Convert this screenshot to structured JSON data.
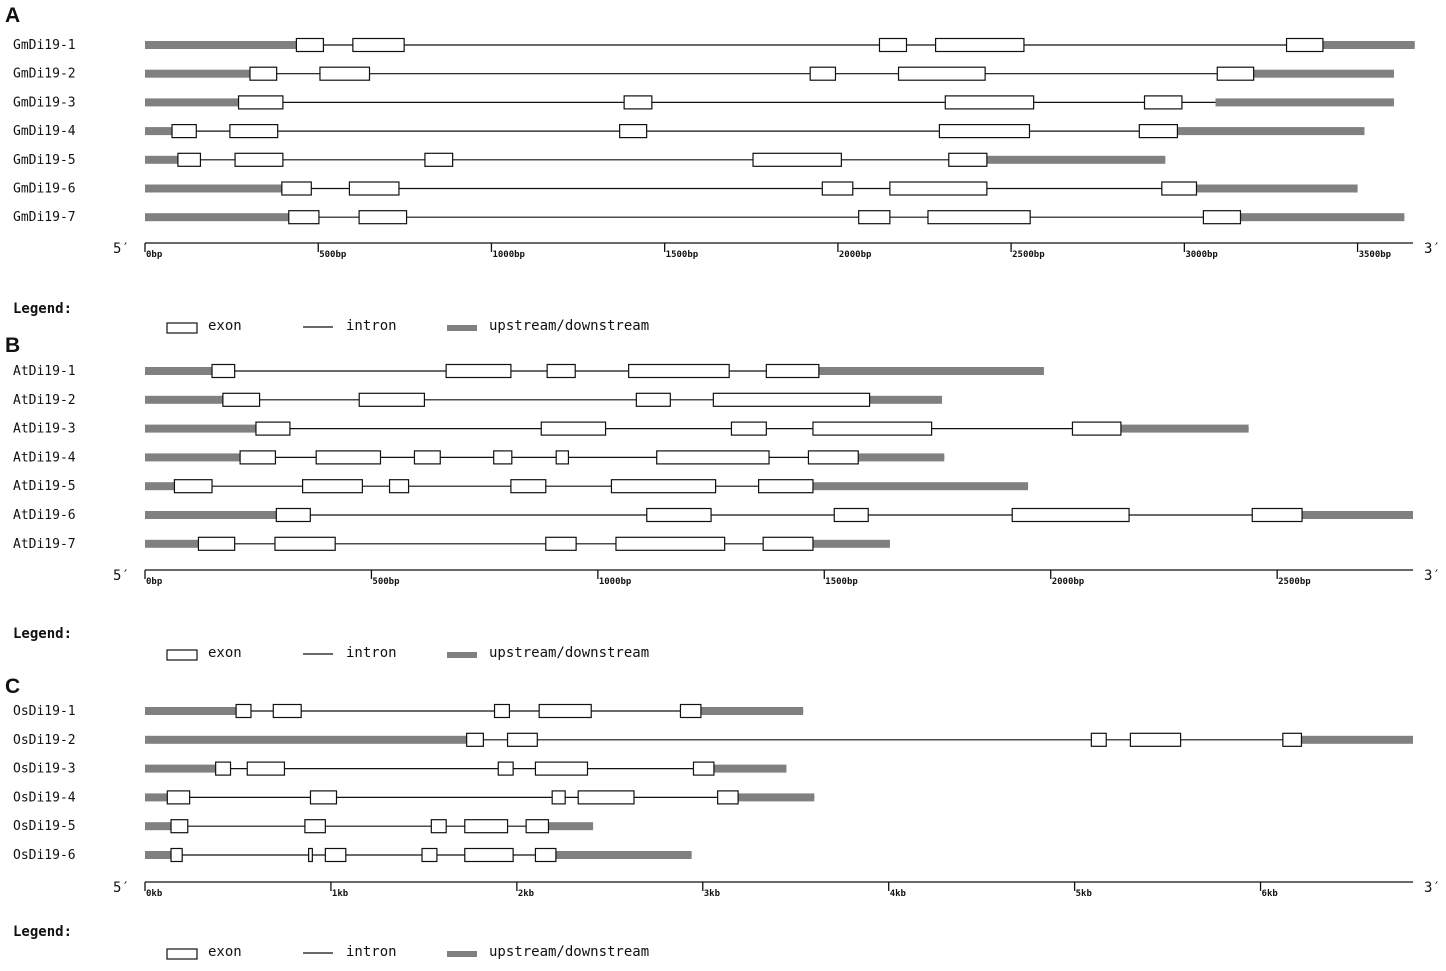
{
  "colors": {
    "exon_fill": "#ffffff",
    "exon_stroke": "#111111",
    "intron": "#111111",
    "utr": "#808080",
    "axis": "#111111",
    "text": "#111111"
  },
  "chart_data": [
    {
      "type": "gene-structure",
      "panel": "A",
      "unit": "bp",
      "scale_max": 3660,
      "end_labels": {
        "left": "5′",
        "right": "3′"
      },
      "ticks": [
        {
          "value": 0,
          "label": "0bp"
        },
        {
          "value": 500,
          "label": "500bp"
        },
        {
          "value": 1000,
          "label": "1000bp"
        },
        {
          "value": 1500,
          "label": "1500bp"
        },
        {
          "value": 2000,
          "label": "2000bp"
        },
        {
          "value": 2500,
          "label": "2500bp"
        },
        {
          "value": 3000,
          "label": "3000bp"
        },
        {
          "value": 3500,
          "label": "3500bp"
        }
      ],
      "legend": {
        "title": "Legend:",
        "exon": "exon",
        "intron": "intron",
        "updown": "upstream/downstream"
      },
      "genes": [
        {
          "name": "GmDi19-1",
          "length": 3665,
          "up": [
            0,
            437
          ],
          "down": [
            3400,
            3665
          ],
          "exons": [
            [
              437,
              515
            ],
            [
              600,
              748
            ],
            [
              2120,
              2198
            ],
            [
              2282,
              2537
            ],
            [
              3295,
              3400
            ]
          ]
        },
        {
          "name": "GmDi19-2",
          "length": 3605,
          "up": [
            0,
            303
          ],
          "down": [
            3200,
            3605
          ],
          "exons": [
            [
              303,
              380
            ],
            [
              505,
              648
            ],
            [
              1920,
              1993
            ],
            [
              2175,
              2425
            ],
            [
              3095,
              3200
            ]
          ]
        },
        {
          "name": "GmDi19-3",
          "length": 3605,
          "up": [
            0,
            270
          ],
          "down": [
            3090,
            3605
          ],
          "exons": [
            [
              270,
              398
            ],
            [
              1383,
              1463
            ],
            [
              2310,
              2565
            ],
            [
              2885,
              2993
            ]
          ]
        },
        {
          "name": "GmDi19-4",
          "length": 3520,
          "up": [
            0,
            78
          ],
          "down": [
            2980,
            3520
          ],
          "exons": [
            [
              78,
              148
            ],
            [
              245,
              383
            ],
            [
              1370,
              1448
            ],
            [
              2293,
              2553
            ],
            [
              2870,
              2980
            ]
          ]
        },
        {
          "name": "GmDi19-5",
          "length": 2945,
          "up": [
            0,
            95
          ],
          "down": [
            2430,
            2945
          ],
          "exons": [
            [
              95,
              160
            ],
            [
              260,
              398
            ],
            [
              808,
              888
            ],
            [
              1755,
              2010
            ],
            [
              2320,
              2430
            ]
          ]
        },
        {
          "name": "GmDi19-6",
          "length": 3500,
          "up": [
            0,
            395
          ],
          "down": [
            3035,
            3500
          ],
          "exons": [
            [
              395,
              480
            ],
            [
              590,
              733
            ],
            [
              1955,
              2043
            ],
            [
              2150,
              2430
            ],
            [
              2935,
              3035
            ]
          ]
        },
        {
          "name": "GmDi19-7",
          "length": 3635,
          "up": [
            0,
            415
          ],
          "down": [
            3162,
            3635
          ],
          "exons": [
            [
              415,
              502
            ],
            [
              618,
              755
            ],
            [
              2060,
              2150
            ],
            [
              2260,
              2555
            ],
            [
              3055,
              3162
            ]
          ]
        }
      ]
    },
    {
      "type": "gene-structure",
      "panel": "B",
      "unit": "bp",
      "scale_max": 2800,
      "end_labels": {
        "left": "5′",
        "right": "3′"
      },
      "ticks": [
        {
          "value": 0,
          "label": "0bp"
        },
        {
          "value": 500,
          "label": "500bp"
        },
        {
          "value": 1000,
          "label": "1000bp"
        },
        {
          "value": 1500,
          "label": "1500bp"
        },
        {
          "value": 2000,
          "label": "2000bp"
        },
        {
          "value": 2500,
          "label": "2500bp"
        }
      ],
      "legend": {
        "title": "Legend:",
        "exon": "exon",
        "intron": "intron",
        "updown": "upstream/downstream"
      },
      "genes": [
        {
          "name": "AtDi19-1",
          "length": 1985,
          "up": [
            0,
            148
          ],
          "down": [
            1488,
            1985
          ],
          "exons": [
            [
              148,
              198
            ],
            [
              665,
              808
            ],
            [
              888,
              950
            ],
            [
              1068,
              1290
            ],
            [
              1372,
              1488
            ]
          ]
        },
        {
          "name": "AtDi19-2",
          "length": 1760,
          "up": [
            0,
            172
          ],
          "down": [
            1600,
            1760
          ],
          "exons": [
            [
              172,
              253
            ],
            [
              473,
              617
            ],
            [
              1085,
              1160
            ],
            [
              1255,
              1600
            ]
          ]
        },
        {
          "name": "AtDi19-3",
          "length": 2437,
          "up": [
            0,
            245
          ],
          "down": [
            2155,
            2437
          ],
          "exons": [
            [
              245,
              320
            ],
            [
              875,
              1017
            ],
            [
              1295,
              1372
            ],
            [
              1475,
              1737
            ],
            [
              2048,
              2155
            ]
          ]
        },
        {
          "name": "AtDi19-4",
          "length": 1765,
          "up": [
            0,
            210
          ],
          "down": [
            1575,
            1765
          ],
          "exons": [
            [
              210,
              288
            ],
            [
              378,
              520
            ],
            [
              595,
              652
            ],
            [
              770,
              810
            ],
            [
              908,
              935
            ],
            [
              1130,
              1378
            ],
            [
              1465,
              1575
            ]
          ]
        },
        {
          "name": "AtDi19-5",
          "length": 1950,
          "up": [
            0,
            65
          ],
          "down": [
            1475,
            1950
          ],
          "exons": [
            [
              65,
              148
            ],
            [
              348,
              480
            ],
            [
              540,
              582
            ],
            [
              808,
              885
            ],
            [
              1030,
              1260
            ],
            [
              1355,
              1475
            ]
          ]
        },
        {
          "name": "AtDi19-6",
          "length": 2800,
          "up": [
            0,
            290
          ],
          "down": [
            2555,
            2800
          ],
          "exons": [
            [
              290,
              365
            ],
            [
              1108,
              1250
            ],
            [
              1522,
              1597
            ],
            [
              1915,
              2173
            ],
            [
              2445,
              2555
            ]
          ]
        },
        {
          "name": "AtDi19-7",
          "length": 1645,
          "up": [
            0,
            118
          ],
          "down": [
            1475,
            1645
          ],
          "exons": [
            [
              118,
              198
            ],
            [
              287,
              420
            ],
            [
              885,
              952
            ],
            [
              1040,
              1280
            ],
            [
              1365,
              1475
            ]
          ]
        }
      ]
    },
    {
      "type": "gene-structure",
      "panel": "C",
      "unit": "kb",
      "scale_max": 6.82,
      "end_labels": {
        "left": "5′",
        "right": "3′"
      },
      "ticks": [
        {
          "value": 0,
          "label": "0kb"
        },
        {
          "value": 1,
          "label": "1kb"
        },
        {
          "value": 2,
          "label": "2kb"
        },
        {
          "value": 3,
          "label": "3kb"
        },
        {
          "value": 4,
          "label": "4kb"
        },
        {
          "value": 5,
          "label": "5kb"
        },
        {
          "value": 6,
          "label": "6kb"
        }
      ],
      "legend": {
        "title": "Legend:",
        "exon": "exon",
        "intron": "intron",
        "updown": "upstream/downstream"
      },
      "genes": [
        {
          "name": "OsDi19-1",
          "length": 3.54,
          "up": [
            0,
            0.49
          ],
          "down": [
            2.99,
            3.54
          ],
          "exons": [
            [
              0.49,
              0.57
            ],
            [
              0.69,
              0.84
            ],
            [
              1.88,
              1.96
            ],
            [
              2.12,
              2.4
            ],
            [
              2.88,
              2.99
            ]
          ]
        },
        {
          "name": "OsDi19-2",
          "length": 6.82,
          "up": [
            0,
            1.73
          ],
          "down": [
            6.22,
            6.82
          ],
          "exons": [
            [
              1.73,
              1.82
            ],
            [
              1.95,
              2.11
            ],
            [
              5.09,
              5.17
            ],
            [
              5.3,
              5.57
            ],
            [
              6.12,
              6.22
            ]
          ]
        },
        {
          "name": "OsDi19-3",
          "length": 3.45,
          "up": [
            0,
            0.38
          ],
          "down": [
            3.06,
            3.45
          ],
          "exons": [
            [
              0.38,
              0.46
            ],
            [
              0.55,
              0.75
            ],
            [
              1.9,
              1.98
            ],
            [
              2.1,
              2.38
            ],
            [
              2.95,
              3.06
            ]
          ]
        },
        {
          "name": "OsDi19-4",
          "length": 3.6,
          "up": [
            0,
            0.12
          ],
          "down": [
            3.19,
            3.6
          ],
          "exons": [
            [
              0.12,
              0.24
            ],
            [
              0.89,
              1.03
            ],
            [
              2.19,
              2.26
            ],
            [
              2.33,
              2.63
            ],
            [
              3.08,
              3.19
            ]
          ]
        },
        {
          "name": "OsDi19-5",
          "length": 2.41,
          "up": [
            0,
            0.14
          ],
          "down": [
            2.17,
            2.41
          ],
          "exons": [
            [
              0.14,
              0.23
            ],
            [
              0.86,
              0.97
            ],
            [
              1.54,
              1.62
            ],
            [
              1.72,
              1.95
            ],
            [
              2.05,
              2.17
            ]
          ]
        },
        {
          "name": "OsDi19-6",
          "length": 2.94,
          "up": [
            0,
            0.14
          ],
          "down": [
            2.21,
            2.94
          ],
          "exons": [
            [
              0.14,
              0.2
            ],
            [
              0.88,
              0.9
            ],
            [
              0.97,
              1.08
            ],
            [
              1.49,
              1.57
            ],
            [
              1.72,
              1.98
            ],
            [
              2.1,
              2.21
            ]
          ]
        }
      ]
    }
  ]
}
